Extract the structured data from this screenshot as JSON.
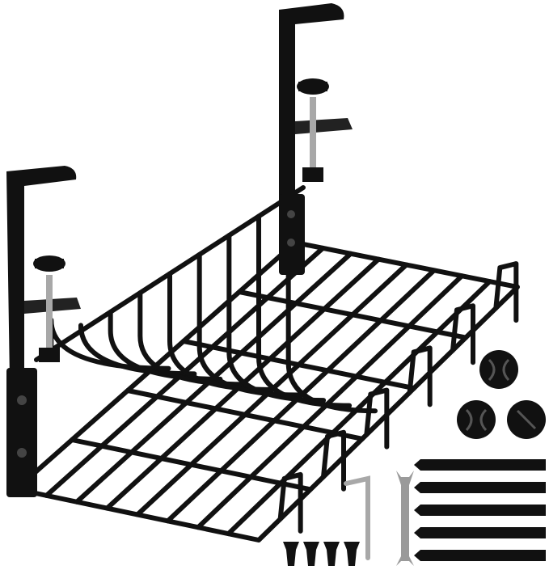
{
  "product": {
    "background_color": "#ffffff",
    "metal_color": "#111111",
    "steel_color": "#a8a8a8",
    "parts": [
      "wire-basket",
      "desk-clamp",
      "cable-clip",
      "velcro-strap",
      "hex-key",
      "wrench",
      "screw"
    ],
    "cable_clip_count": 3,
    "strap_count": 5,
    "screw_count": 4
  }
}
